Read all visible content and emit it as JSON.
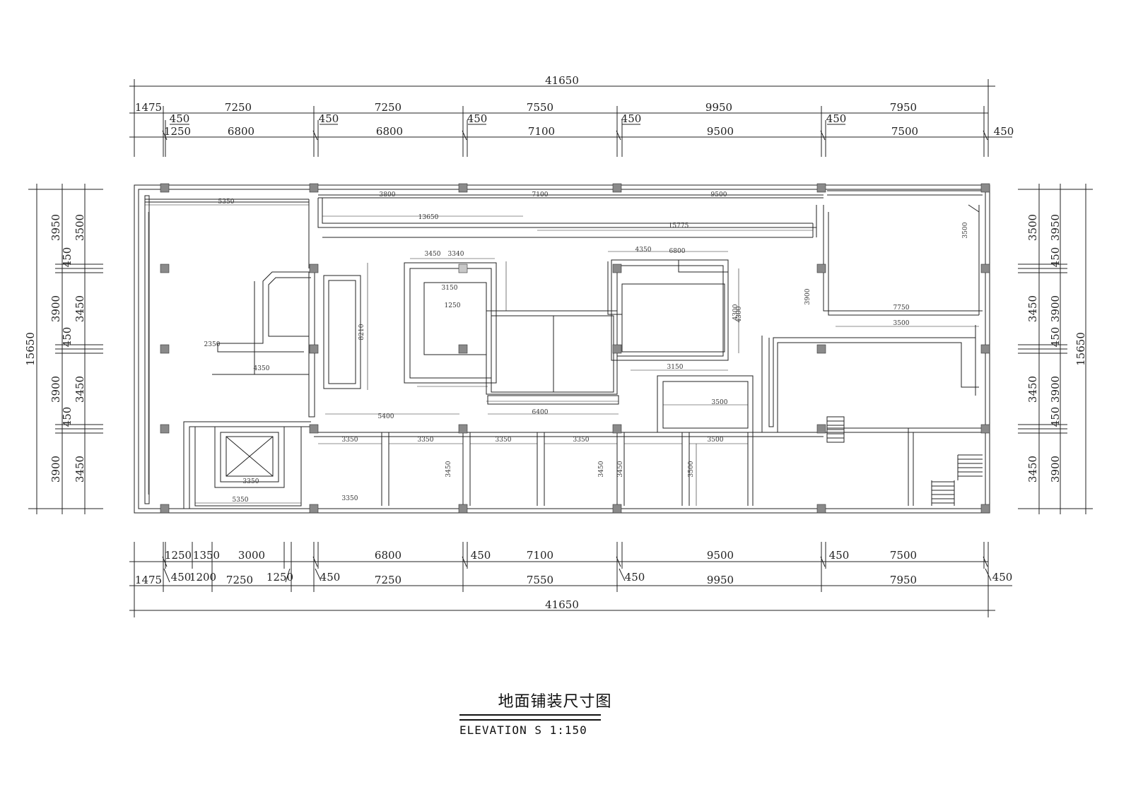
{
  "title": {
    "cn": "地面铺装尺寸图",
    "en": "ELEVATION S 1:150"
  },
  "top_dims": {
    "total": "41650",
    "row1": [
      "1475",
      "7250",
      "7250",
      "7550",
      "9950",
      "7950"
    ],
    "row2_col": [
      "450",
      "450",
      "450",
      "450",
      "450"
    ],
    "row3": [
      "1250",
      "6800",
      "6800",
      "7100",
      "9500",
      "7500",
      "450"
    ]
  },
  "bottom_dims": {
    "total": "41650",
    "row1": [
      "1250",
      "1350",
      "3000",
      "6800",
      "450",
      "7100",
      "9500",
      "450",
      "7500"
    ],
    "row2": [
      "1475",
      "450",
      "1200",
      "7250",
      "1250",
      "450",
      "7250",
      "7550",
      "450",
      "9950",
      "7950",
      "450"
    ]
  },
  "left_dims": {
    "total": "15650",
    "outer": [
      "3950",
      "450",
      "3900",
      "450",
      "3900",
      "450",
      "3900"
    ],
    "inner": [
      "3500",
      "3450",
      "3450",
      "3450"
    ]
  },
  "right_dims": {
    "total": "15650",
    "outer": [
      "3950",
      "450",
      "3900",
      "450",
      "3900",
      "450",
      "3900"
    ],
    "inner": [
      "3500",
      "3450",
      "3450",
      "3450"
    ]
  },
  "interior_labels": [
    "5350",
    "3800",
    "7100",
    "9500",
    "13650",
    "15775",
    "3450",
    "4350",
    "3340",
    "8210",
    "6800",
    "2350",
    "4350",
    "1250",
    "3150",
    "4300",
    "5350",
    "7750",
    "3500",
    "3500",
    "3350",
    "5400",
    "3350",
    "3350",
    "3350",
    "3350",
    "3350",
    "3500",
    "3450",
    "3450",
    "3450",
    "3500",
    "6400",
    "3150",
    "4300",
    "3900",
    "3500"
  ]
}
